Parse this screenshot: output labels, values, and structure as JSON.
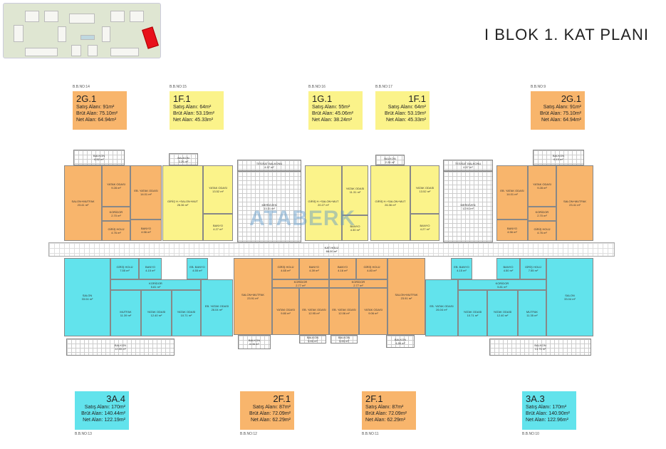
{
  "title": "I BLOK 1. KAT PLANI",
  "watermark": "ATABERK",
  "colors": {
    "orange": "#f8b56c",
    "yellow": "#fbf38a",
    "cyan": "#62e3ec",
    "highlight": "#e8121a"
  },
  "top_units": [
    {
      "bb": "B.B.NO:14",
      "code": "2G.1",
      "satis": "Satış Alanı: 91m²",
      "brut": "Brüt Alan: 75.10m²",
      "net": "Net Alan:  64.94m²"
    },
    {
      "bb": "B.B.NO:15",
      "code": "1F.1",
      "satis": "Satış Alanı: 64m²",
      "brut": "Brüt Alan: 53.19m²",
      "net": "Net Alan:  45.33m²"
    },
    {
      "bb": "B.B.NO:16",
      "code": "1G.1",
      "satis": "Satış Alanı: 55m²",
      "brut": "Brüt Alan: 45.06m²",
      "net": "Net Alan:  38.24m²"
    },
    {
      "bb": "B.B.NO:17",
      "code": "1F.1",
      "satis": "Satış Alanı: 64m²",
      "brut": "Brüt Alan: 53.19m²",
      "net": "Net Alan:  45.33m²"
    },
    {
      "bb": "B.B.NO:9",
      "code": "2G.1",
      "satis": "Satış Alanı: 91m²",
      "brut": "Brüt Alan: 75.10m²",
      "net": "Net Alan:  64.94m²"
    }
  ],
  "bottom_units": [
    {
      "bb": "B.B.NO:13",
      "code": "3A.4",
      "satis": "Satış Alanı: 170m²",
      "brut": "Brüt Alan: 140.44m²",
      "net": "Net Alan:  122.19m²"
    },
    {
      "bb": "B.B.NO:12",
      "code": "2F.1",
      "satis": "Satış Alanı: 87m²",
      "brut": "Brüt Alan: 72.09m²",
      "net": "Net Alan:  62.29m²"
    },
    {
      "bb": "B.B.NO:11",
      "code": "2F.1",
      "satis": "Satış Alanı: 87m²",
      "brut": "Brüt Alan: 72.09m²",
      "net": "Net Alan:  62.29m²"
    },
    {
      "bb": "B.B.NO:10",
      "code": "3A.3",
      "satis": "Satış Alanı: 170m²",
      "brut": "Brüt Alan: 140.90m²",
      "net": "Net Alan:  122.96m²"
    }
  ],
  "hall": {
    "name": "KAT HOLÜ",
    "area": "66.00 m²"
  },
  "rooms": [
    {
      "n": "BALKON",
      "a": "6.52 m²"
    },
    {
      "n": "SALON+MUTFAK",
      "a": "23.41 m²"
    },
    {
      "n": "YATAK ODASI",
      "a": "9.28 m²"
    },
    {
      "n": "EB. YATAK ODASI",
      "a": "14.01 m²"
    },
    {
      "n": "KORİDOR",
      "a": "2.70 m²"
    },
    {
      "n": "GİRİŞ HOLÜ",
      "a": "4.76 m²"
    },
    {
      "n": "BANYO",
      "a": "4.56 m²"
    },
    {
      "n": "BALKON",
      "a": "2.26 m²"
    },
    {
      "n": "GİRİŞ H.+SALON+MUT",
      "a": "26.36 m²"
    },
    {
      "n": "YATAK ODASI",
      "a": "13.52 m²"
    },
    {
      "n": "BANYO",
      "a": "4.27 m²"
    },
    {
      "n": "TESİSAT BALKONU",
      "a": "4.97 m²"
    },
    {
      "n": "MERDİVEN",
      "a": "13.31 m²"
    },
    {
      "n": "GİRİŞ H.+SALON+MUT",
      "a": "20.27 m²"
    },
    {
      "n": "YATAK ODASI",
      "a": "11.31 m²"
    },
    {
      "n": "BANYO",
      "a": "4.30 m²"
    },
    {
      "n": "BALKON",
      "a": "2.26 m²"
    },
    {
      "n": "GİRİŞ H.+SALON+MUT",
      "a": "26.36 m²"
    },
    {
      "n": "YATAK ODASI",
      "a": "13.52 m²"
    },
    {
      "n": "BANYO",
      "a": "4.27 m²"
    },
    {
      "n": "TESİSAT BALKONU",
      "a": "4.97 m²"
    },
    {
      "n": "MERDİVEN",
      "a": "12.91 m²"
    },
    {
      "n": "EB. YATAK ODASI",
      "a": "14.01 m²"
    },
    {
      "n": "BANYO",
      "a": "4.56 m²"
    },
    {
      "n": "YATAK ODASI",
      "a": "9.28 m²"
    },
    {
      "n": "KORİDOR",
      "a": "2.70 m²"
    },
    {
      "n": "GİRİŞ HOLÜ",
      "a": "4.76 m²"
    },
    {
      "n": "SALON+MUTFAK",
      "a": "23.41 m²"
    },
    {
      "n": "BALKON",
      "a": "6.13 m²"
    },
    {
      "n": "SALON",
      "a": "33.04 m²"
    },
    {
      "n": "GİRİŞ HOLÜ",
      "a": "7.55 m²"
    },
    {
      "n": "BANYO",
      "a": "4.15 m²"
    },
    {
      "n": "EB. BANYO",
      "a": "4.55 m²"
    },
    {
      "n": "KORİDOR",
      "a": "5.81 m²"
    },
    {
      "n": "MUTFAK",
      "a": "11.39 m²"
    },
    {
      "n": "YATAK ODASI",
      "a": "12.40 m²"
    },
    {
      "n": "YATAK ODASI",
      "a": "10.71 m²"
    },
    {
      "n": "EB. YATAK ODASI",
      "a": "26.04 m²"
    },
    {
      "n": "BALKON",
      "a": "12.55 m²"
    },
    {
      "n": "SALON+MUTFAK",
      "a": "23.91 m²"
    },
    {
      "n": "GİRİŞ HOLÜ",
      "a": "4.65 m²"
    },
    {
      "n": "BANYO",
      "a": "4.39 m²"
    },
    {
      "n": "KORİDOR",
      "a": "2.77 m²"
    },
    {
      "n": "YATAK ODASI",
      "a": "9.80 m²"
    },
    {
      "n": "EB. YATAK ODASI",
      "a": "12.95 m²"
    },
    {
      "n": "BALKON",
      "a": "6.06 m²"
    },
    {
      "n": "BALKON",
      "a": "5.60 m²"
    },
    {
      "n": "EB. YATAK ODASI",
      "a": "12.06 m²"
    },
    {
      "n": "BANYO",
      "a": "4.16 m²"
    },
    {
      "n": "GİRİŞ HOLÜ",
      "a": "4.83 m²"
    },
    {
      "n": "KORİDOR",
      "a": "2.77 m²"
    },
    {
      "n": "YATAK ODASI",
      "a": "9.06 m²"
    },
    {
      "n": "SALON+MUTFAK",
      "a": "23.91 m²"
    },
    {
      "n": "BALKON",
      "a": "4.86 m²"
    },
    {
      "n": "BALKON",
      "a": "5.60 m²"
    },
    {
      "n": "EB. YATAK ODASI",
      "a": "26.04 m²"
    },
    {
      "n": "EB. BANYO",
      "a": "4.15 m²"
    },
    {
      "n": "BANYO",
      "a": "4.50 m²"
    },
    {
      "n": "KORİDOR",
      "a": "5.81 m²"
    },
    {
      "n": "YATAK ODASI",
      "a": "10.71 m²"
    },
    {
      "n": "YATAK ODASI",
      "a": "12.40 m²"
    },
    {
      "n": "MUTFAK",
      "a": "11.35 m²"
    },
    {
      "n": "GİRİŞ HOLÜ",
      "a": "7.55 m²"
    },
    {
      "n": "SALON",
      "a": "33.04 m²"
    },
    {
      "n": "BALKON",
      "a": "13.75 m²"
    }
  ]
}
